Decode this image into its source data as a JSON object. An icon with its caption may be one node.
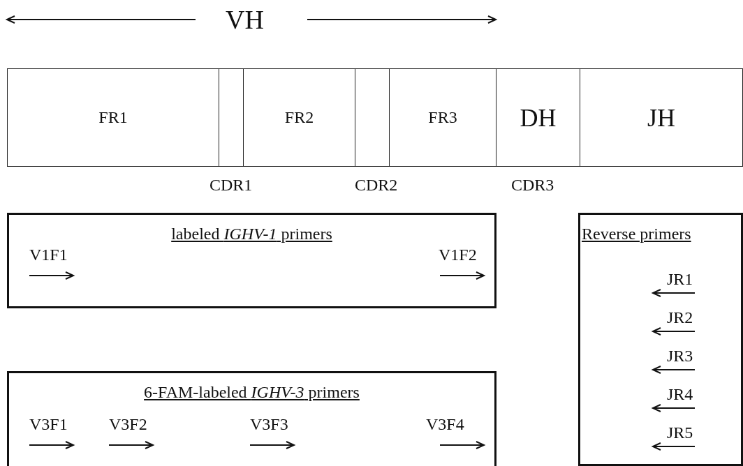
{
  "diagram": {
    "nodes": [
      {
        "text": [
          "FR1"
        ]
      },
      {
        "text": [],
        "shape": "box",
        "beside": [
          "CDR1"
        ]
      },
      {
        "text": [
          "FR2"
        ]
      },
      {
        "text": [],
        "shape": "box",
        "beside": [
          "CDR2"
        ]
      },
      {
        "text": [
          "FR3"
        ]
      },
      {
        "text": [
          "DH"
        ],
        "beside": [
          "CDR3"
        ]
      },
      {
        "text": [
          "JH"
        ]
      },
      {
        "text": [
          "labeled *IGHV-1* primers"
        ]
      },
      {
        "text": [
          "Reverse primers"
        ]
      },
      {
        "text": [
          "6-FAM-labeled *IGHV-3* primers"
        ]
      }
    ],
    "edges": [],
    "labels": [
      "VH",
      "V1F1",
      "V1F2",
      "JR1",
      "JR2",
      "JR3",
      "JR4",
      "JR5",
      "V3F1",
      "V3F2",
      "V3F3",
      "V3F4"
    ]
  }
}
